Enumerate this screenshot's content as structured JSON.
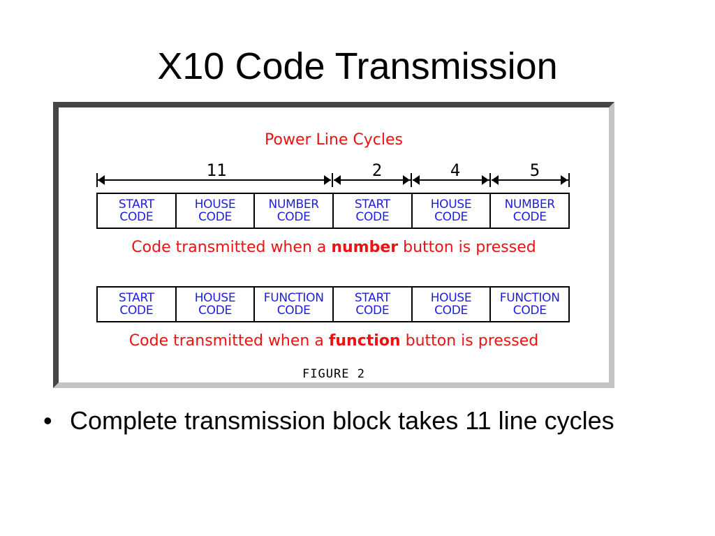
{
  "slide": {
    "title": "X10 Code Transmission",
    "bullets": [
      "Complete transmission block takes 11 line cycles"
    ]
  },
  "figure": {
    "heading": "Power Line Cycles",
    "cycle_labels": [
      "11",
      "2",
      "4",
      "5"
    ],
    "row1": {
      "cells": [
        [
          "START",
          "CODE"
        ],
        [
          "HOUSE",
          "CODE"
        ],
        [
          "NUMBER",
          "CODE"
        ],
        [
          "START",
          "CODE"
        ],
        [
          "HOUSE",
          "CODE"
        ],
        [
          "NUMBER",
          "CODE"
        ]
      ],
      "caption_pre": "Code transmitted when a ",
      "caption_bold": "number",
      "caption_post": " button is pressed"
    },
    "row2": {
      "cells": [
        [
          "START",
          "CODE"
        ],
        [
          "HOUSE",
          "CODE"
        ],
        [
          "FUNCTION",
          "CODE"
        ],
        [
          "START",
          "CODE"
        ],
        [
          "HOUSE",
          "CODE"
        ],
        [
          "FUNCTION",
          "CODE"
        ]
      ],
      "caption_pre": "Code transmitted when a ",
      "caption_bold": "function",
      "caption_post": " button is pressed"
    },
    "label": "FIGURE 2",
    "colors": {
      "red": "#ee1111",
      "blue": "#1d1de0"
    }
  }
}
